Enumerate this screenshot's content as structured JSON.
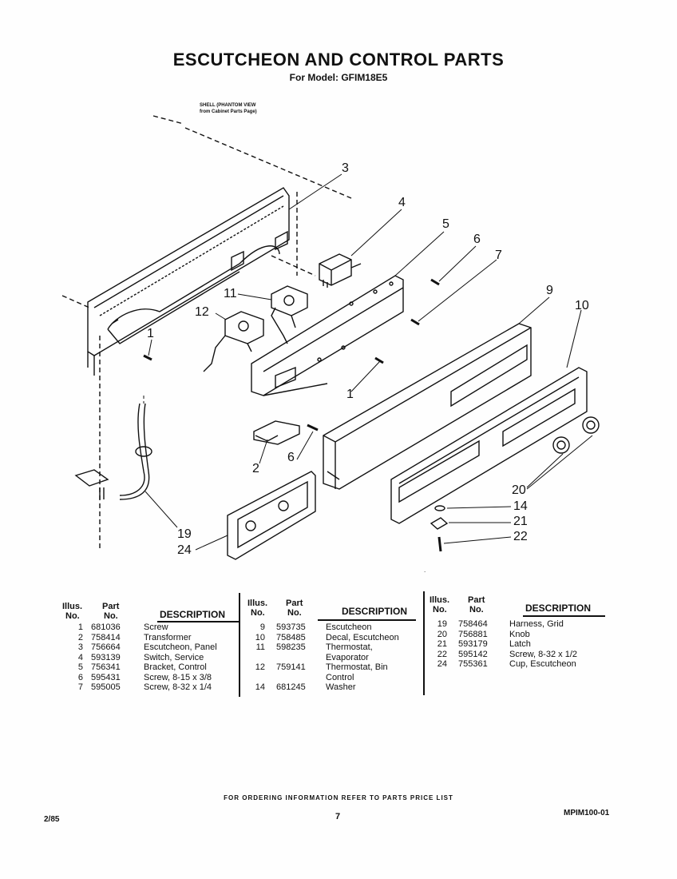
{
  "header": {
    "title": "ESCUTCHEON AND CONTROL PARTS",
    "subtitle": "For Model: GFIM18E5",
    "shell_note_line1": "SHELL (PHANTOM VIEW",
    "shell_note_line2": "from Cabinet Parts Page)"
  },
  "callouts": [
    "3",
    "4",
    "5",
    "6",
    "7",
    "9",
    "10",
    "11",
    "12",
    "1",
    "1",
    "2",
    "6",
    "20",
    "14",
    "21",
    "22",
    "19",
    "24"
  ],
  "tables": [
    {
      "headers": {
        "illus": "Illus.",
        "no": "No.",
        "part": "Part",
        "part_no": "No.",
        "desc": "DESCRIPTION"
      },
      "rows": [
        {
          "illus": "1",
          "part": "681036",
          "desc": "Screw"
        },
        {
          "illus": "2",
          "part": "758414",
          "desc": "Transformer"
        },
        {
          "illus": "3",
          "part": "756664",
          "desc": "Escutcheon, Panel"
        },
        {
          "illus": "4",
          "part": "593139",
          "desc": "Switch, Service"
        },
        {
          "illus": "5",
          "part": "756341",
          "desc": "Bracket, Control"
        },
        {
          "illus": "6",
          "part": "595431",
          "desc": "Screw, 8-15 x 3/8"
        },
        {
          "illus": "7",
          "part": "595005",
          "desc": "Screw, 8-32 x 1/4"
        }
      ]
    },
    {
      "headers": {
        "illus": "Illus.",
        "no": "No.",
        "part": "Part",
        "part_no": "No.",
        "desc": "DESCRIPTION"
      },
      "rows": [
        {
          "illus": "9",
          "part": "593735",
          "desc": "Escutcheon"
        },
        {
          "illus": "10",
          "part": "758485",
          "desc": "Decal, Escutcheon"
        },
        {
          "illus": "11",
          "part": "598235",
          "desc": "Thermostat,"
        },
        {
          "illus": "",
          "part": "",
          "desc": "Evaporator"
        },
        {
          "illus": "12",
          "part": "759141",
          "desc": "Thermostat, Bin"
        },
        {
          "illus": "",
          "part": "",
          "desc": "Control"
        },
        {
          "illus": "14",
          "part": "681245",
          "desc": "Washer"
        }
      ]
    },
    {
      "headers": {
        "illus": "Illus.",
        "no": "No.",
        "part": "Part",
        "part_no": "No.",
        "desc": "DESCRIPTION"
      },
      "rows": [
        {
          "illus": "19",
          "part": "758464",
          "desc": "Harness, Grid"
        },
        {
          "illus": "20",
          "part": "756881",
          "desc": "Knob"
        },
        {
          "illus": "21",
          "part": "593179",
          "desc": "Latch"
        },
        {
          "illus": "22",
          "part": "595142",
          "desc": "Screw, 8-32 x 1/2"
        },
        {
          "illus": "24",
          "part": "755361",
          "desc": "Cup, Escutcheon"
        }
      ]
    }
  ],
  "footer": {
    "ordering_note": "FOR ORDERING INFORMATION REFER TO PARTS PRICE LIST",
    "date": "2/85",
    "page": "7",
    "doc_number": "MPIM100-01"
  }
}
